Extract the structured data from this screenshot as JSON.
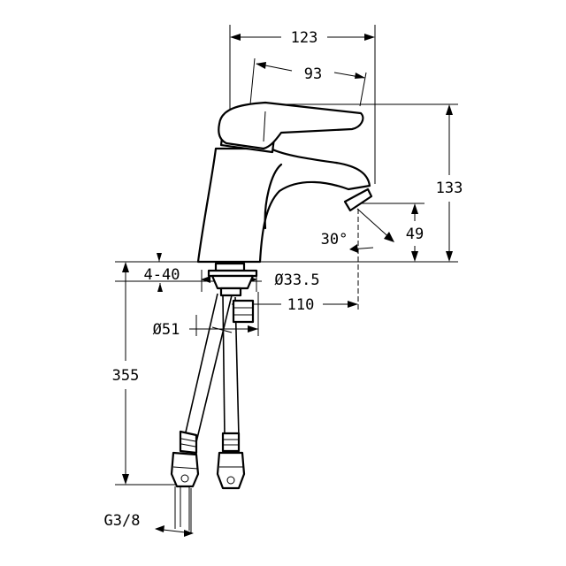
{
  "diagram": {
    "dimensions": {
      "overall_width": "123",
      "lever_length": "93",
      "total_height": "133",
      "spout_height": "49",
      "spout_angle": "30°",
      "mount_thickness": "4-40",
      "body_diameter": "Ø33.5",
      "spout_reach": "110",
      "base_diameter": "Ø51",
      "hose_length": "355",
      "connection_thread": "G3/8"
    }
  }
}
